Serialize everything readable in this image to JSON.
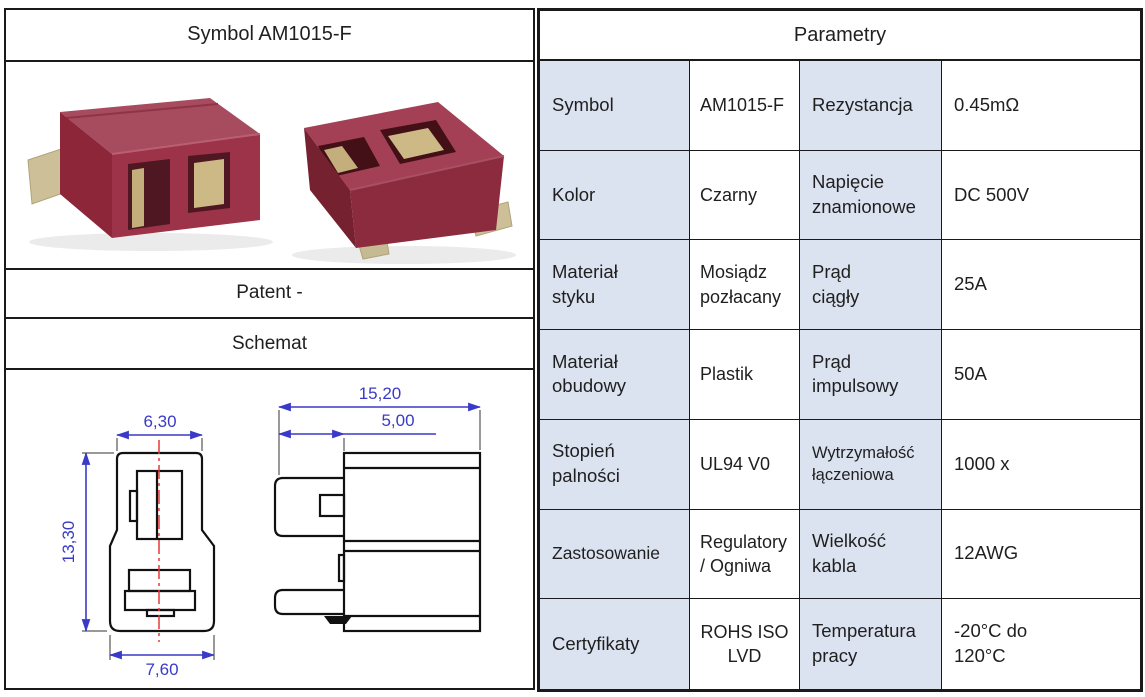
{
  "product": {
    "left_header": "Symbol  AM1015-F",
    "patent_label": "Patent -",
    "schematic_label": "Schemat"
  },
  "drawing": {
    "front_width_top": "6,30",
    "front_height": "13,30",
    "front_width_bottom": "7,60",
    "side_length": "15,20",
    "side_pin_length": "5,00"
  },
  "parameters": {
    "header": "Parametry",
    "rows": [
      {
        "l1": "Symbol",
        "v1": "AM1015-F",
        "l2": "Rezystancja",
        "v2": "0.45mΩ"
      },
      {
        "l1": "Kolor",
        "v1": "Czarny",
        "l2": "Napięcie\nznamionowe",
        "v2": "DC 500V"
      },
      {
        "l1": "Materiał\nstyku",
        "v1": "Mosiądz\npozłacany",
        "l2": "Prąd\nciągły",
        "v2": "25A"
      },
      {
        "l1": "Materiał\nobudowy",
        "v1": "Plastik",
        "l2": "Prąd\nimpulsowy",
        "v2": "50A"
      },
      {
        "l1": "Stopień\npalności",
        "v1": "UL94 V0",
        "l2": "Wytrzymałość\nłączeniowa",
        "v2": "1000 x"
      },
      {
        "l1": "Zastosowanie",
        "v1": "Regulatory\n/ Ogniwa",
        "l2": "Wielkość\nkabla",
        "v2": "12AWG"
      },
      {
        "l1": "Certyfikaty",
        "v1": "ROHS ISO\nLVD",
        "l2": "Temperatura\npracy",
        "v2": "-20°C do\n120°C"
      }
    ]
  },
  "colors": {
    "label_cell_bg": "#dbe2f0",
    "table_border": "#1a1a1a",
    "dim_blue": "#3a3ac8",
    "centerline_red": "#e53935",
    "connector_body": "#9d3349",
    "connector_pin": "#cdc099"
  }
}
